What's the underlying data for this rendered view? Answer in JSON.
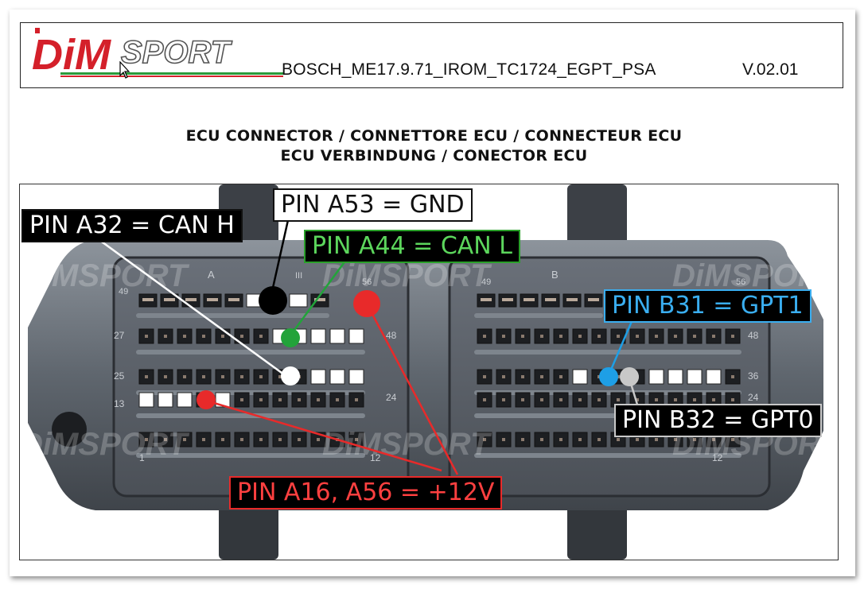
{
  "header": {
    "brand": "DiMSPORT",
    "title": "BOSCH_ME17.9.71_IROM_TC1724_EGPT_PSA",
    "version": "V.02.01"
  },
  "headings": {
    "line1": "ECU CONNECTOR / CONNETTORE ECU / CONNECTEUR ECU",
    "line2": "ECU VERBINDUNG / CONECTOR ECU"
  },
  "connector": {
    "block_a_label": "A",
    "block_b_label": "B",
    "watermark": "DiMSPORT",
    "pin_numbers_a": [
      "49",
      "III",
      "56",
      "27",
      "48",
      "25",
      "13",
      "24",
      "1",
      "12"
    ],
    "pin_numbers_b": [
      "49",
      "56",
      "48",
      "36",
      "24",
      "12"
    ]
  },
  "callouts": {
    "gnd": "PIN A53 = GND",
    "can_h": "PIN  A32 = CAN H",
    "can_l": "PIN A44 = CAN L",
    "gpt1": "PIN B31 = GPT1",
    "gpt0": "PIN B32 = GPT0",
    "power": "PIN A16, A56 = +12V"
  },
  "colors": {
    "gnd": "#000000",
    "can_h": "#ffffff",
    "can_l": "#22a33a",
    "gpt1": "#1e9fe6",
    "gpt0": "#c8c8c8",
    "power": "#e82a2a",
    "logo_red": "#d4202a"
  }
}
